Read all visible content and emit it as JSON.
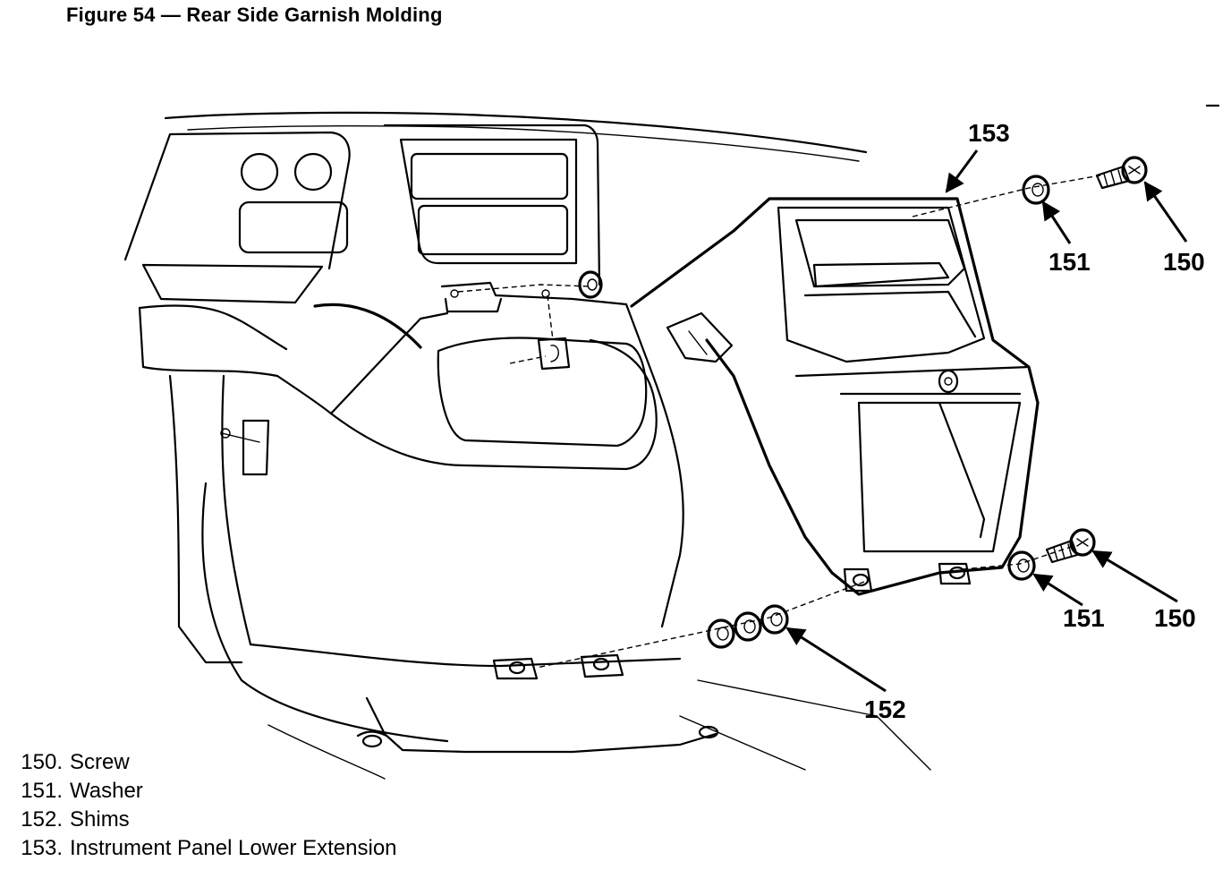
{
  "figure": {
    "title": "Figure 54 — Rear Side Garnish Molding"
  },
  "callouts": {
    "c153": "153",
    "c151_top": "151",
    "c150_top": "150",
    "c151_bottom": "151",
    "c150_bottom": "150",
    "c152": "152"
  },
  "legend": [
    {
      "number": "150.",
      "label": "Screw"
    },
    {
      "number": "151.",
      "label": "Washer"
    },
    {
      "number": "152.",
      "label": "Shims"
    },
    {
      "number": "153.",
      "label": "Instrument Panel Lower Extension"
    }
  ]
}
